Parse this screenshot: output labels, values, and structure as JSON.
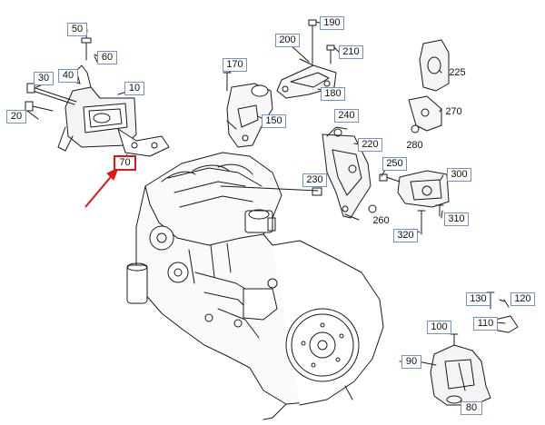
{
  "parts": {
    "p10": "10",
    "p20": "20",
    "p30": "30",
    "p40": "40",
    "p50": "50",
    "p60": "60",
    "p70": "70",
    "p80": "80",
    "p90": "90",
    "p100": "100",
    "p110": "110",
    "p120": "120",
    "p130": "130",
    "p150": "150",
    "p170": "170",
    "p180": "180",
    "p190": "190",
    "p200": "200",
    "p210": "210",
    "p220": "220",
    "p225": "225",
    "p230": "230",
    "p240": "240",
    "p250": "250",
    "p260": "260",
    "p270": "270",
    "p280": "280",
    "p300": "300",
    "p310": "310",
    "p320": "320"
  },
  "highlighted_part": "70",
  "colors": {
    "linework": "#1a1a1a",
    "callout_border": "#6f95c8",
    "highlight": "#e0161b"
  }
}
